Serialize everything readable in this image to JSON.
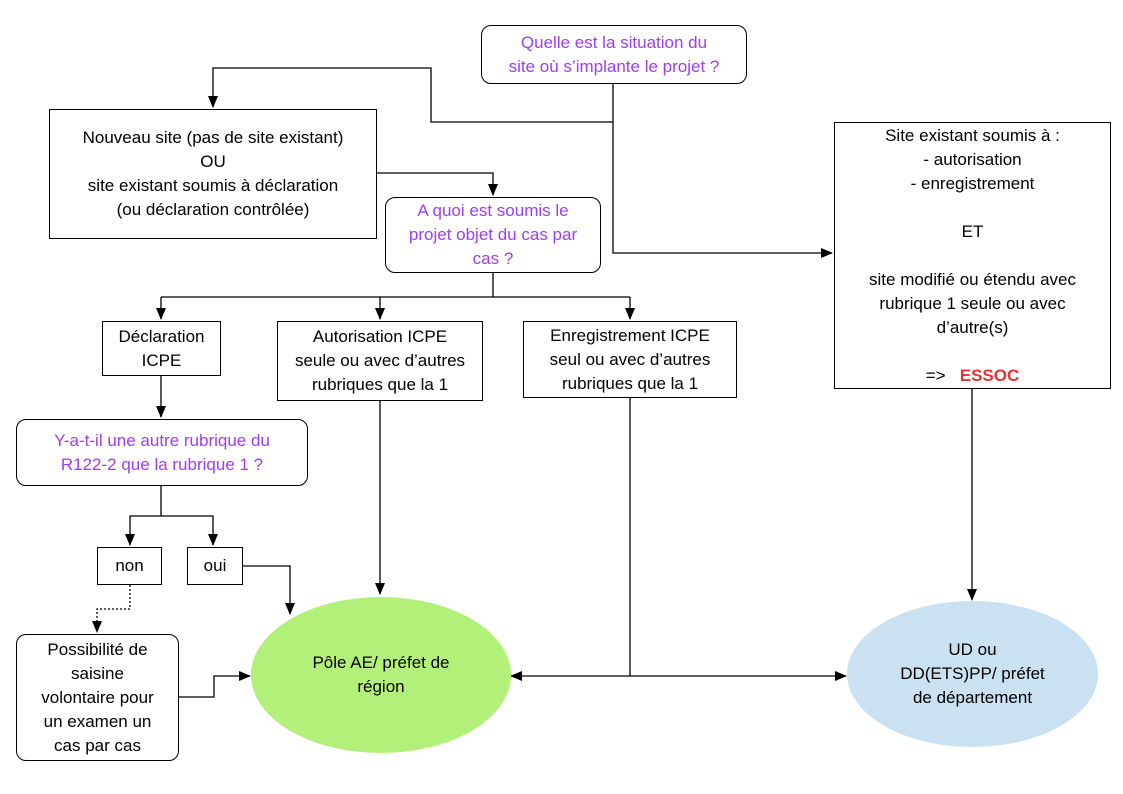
{
  "colors": {
    "question_text": "#9e3ef0",
    "essoc": "#e63232",
    "pole_ae_fill": "#b2f07a",
    "ud_fill": "#c9e1f1",
    "line": "#000000"
  },
  "nodes": {
    "situation_question": [
      "Quelle est la situation du",
      "site où s’implante le projet ?"
    ],
    "nouveau_site": [
      "Nouveau site (pas de site existant)",
      "OU",
      "site existant soumis à déclaration",
      "(ou déclaration contrôlée)"
    ],
    "soumis_question": [
      "A quoi est soumis le",
      "projet objet du cas par",
      "cas ?"
    ],
    "site_existant": {
      "lines_a": [
        "Site existant soumis à :",
        "- autorisation",
        "- enregistrement"
      ],
      "et": "ET",
      "lines_b": [
        "site modifié ou étendu avec",
        "rubrique 1 seule ou avec",
        "d’autre(s)"
      ],
      "arrow_prefix": "=>",
      "essoc": "ESSOC"
    },
    "declaration": [
      "Déclaration",
      "ICPE"
    ],
    "autorisation": [
      "Autorisation ICPE",
      "seule ou avec d’autres",
      "rubriques que la 1"
    ],
    "enregistrement": [
      "Enregistrement ICPE",
      "seul ou avec d’autres",
      "rubriques que la 1"
    ],
    "autre_rubrique_question": [
      "Y-a-t-il une autre rubrique du",
      "R122-2 que la rubrique 1 ?"
    ],
    "non": "non",
    "oui": "oui",
    "saisine": [
      "Possibilité de",
      "saisine",
      "volontaire pour",
      "un examen un",
      "cas par cas"
    ],
    "pole_ae": [
      "Pôle AE/ préfet de",
      "région"
    ],
    "ud": [
      "UD ou",
      "DD(ETS)PP/ préfet",
      "de département"
    ]
  }
}
